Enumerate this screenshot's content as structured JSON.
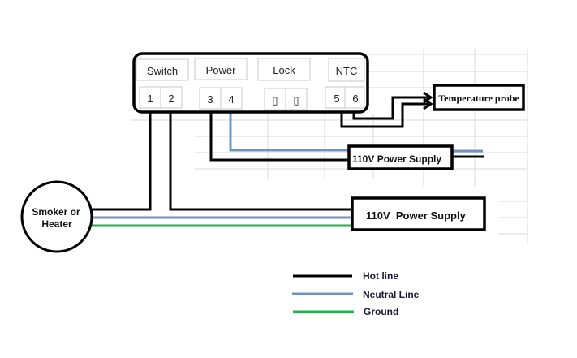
{
  "controller": {
    "groups": [
      {
        "label": "Switch",
        "terminals": [
          "1",
          "2"
        ]
      },
      {
        "label": "Power",
        "terminals": [
          "3",
          "4"
        ]
      },
      {
        "label": "Lock",
        "terminals": [
          "▯",
          "▯"
        ]
      },
      {
        "label": "NTC",
        "terminals": [
          "5",
          "6"
        ]
      }
    ]
  },
  "components": {
    "temperature_probe": "Temperature probe",
    "controller_power_supply": "110V Power Supply",
    "load_power_supply": "110V  Power Supply",
    "load_line1": "Smoker or",
    "load_line2": "Heater"
  },
  "legend": [
    {
      "label": "Hot line",
      "color": "#000000"
    },
    {
      "label": "Neutral Line",
      "color": "#7093c0"
    },
    {
      "label": "Ground",
      "color": "#22b14c"
    }
  ]
}
